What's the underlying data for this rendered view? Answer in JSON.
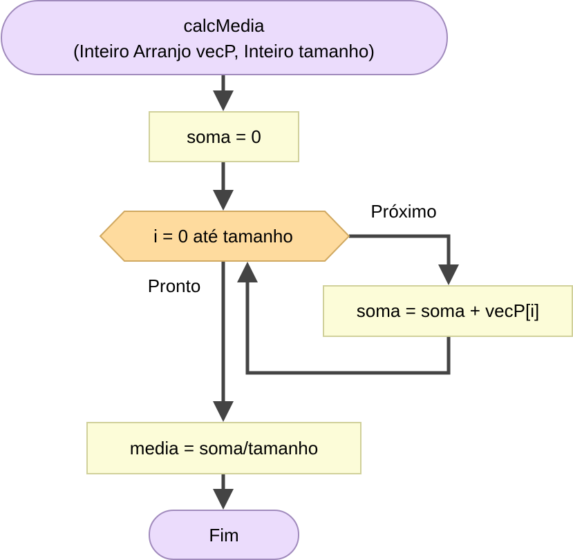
{
  "diagram": {
    "type": "flowchart",
    "colors": {
      "terminal_fill": "#ebdcfc",
      "terminal_stroke": "#a08abc",
      "process_fill": "#fcfcd8",
      "process_stroke": "#d0d09a",
      "loop_fill": "#fedb9e",
      "loop_stroke": "#d0a860",
      "connector": "#444444"
    },
    "start": {
      "line1": "calcMedia",
      "line2": "(Inteiro Arranjo vecP, Inteiro tamanho)"
    },
    "step_init": "soma = 0",
    "loop": {
      "condition": "i = 0 até tamanho",
      "next_label": "Próximo",
      "done_label": "Pronto"
    },
    "loop_body": "soma = soma + vecP[i]",
    "step_result": "media = soma/tamanho",
    "end": "Fim"
  }
}
